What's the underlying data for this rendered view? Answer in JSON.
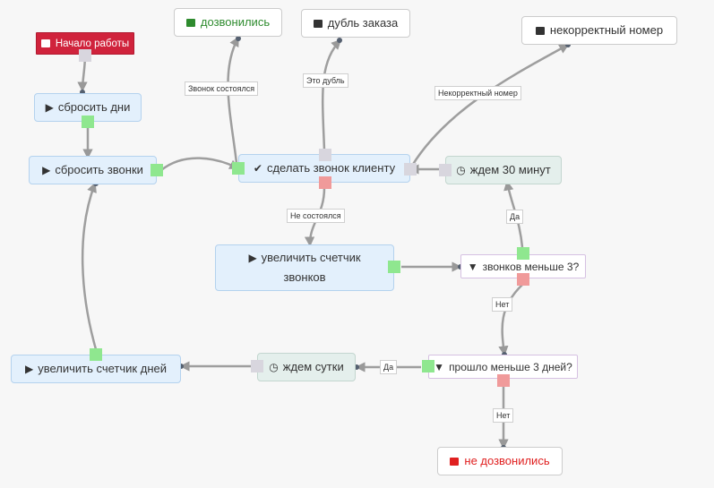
{
  "nodes": {
    "start": "Начало работы",
    "reset_days": "сбросить дни",
    "reset_calls": "сбросить звонки",
    "make_call": "сделать звонок клиенту",
    "wait_30": "ждем 30 минут",
    "inc_calls_line1": "увеличить счетчик",
    "inc_calls_line2": "звонков",
    "calls_less_3": "звонков меньше 3?",
    "passed_less_3": "прошло меньше 3 дней?",
    "wait_day": "ждем сутки",
    "inc_days": "увеличить счетчик дней",
    "reached": "дозвонились",
    "duplicate": "дубль заказа",
    "invalid": "некорректный номер",
    "not_reached": "не дозвонились"
  },
  "edge_labels": {
    "call_took_place": "Звонок состоялся",
    "duplicate": "Это дубль",
    "invalid_number": "Некорректный номер",
    "not_took_place": "Не состоялся",
    "yes_1": "Да",
    "no_1": "Нет",
    "yes_2": "Да",
    "no_2": "Нет"
  },
  "colors": {
    "action_fill": "#e3f0fc",
    "wait_fill": "#e4efec",
    "start_fill": "#d0233c",
    "port_success": "#8fe78f",
    "port_failure": "#f09a9a",
    "port_input": "#d8d6de",
    "edge": "#999999"
  }
}
